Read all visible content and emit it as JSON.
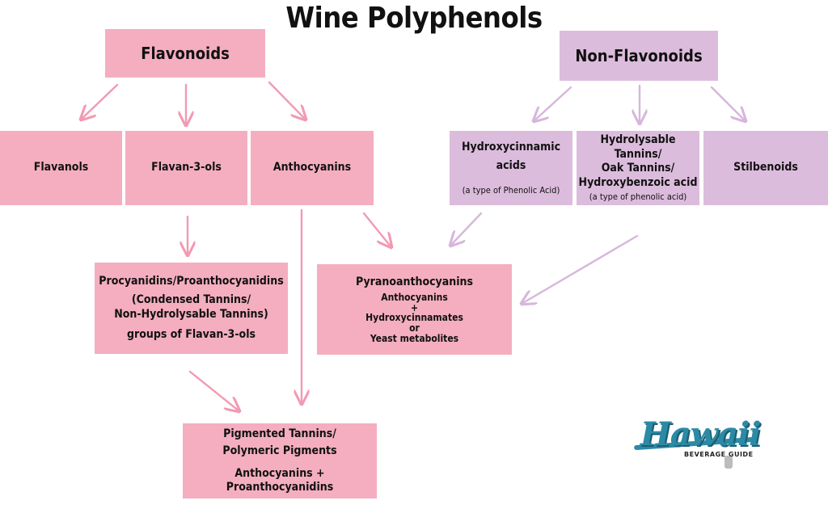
{
  "title": "Wine Polyphenols",
  "flavonoids": {
    "label": "Flavonoids"
  },
  "non_flavonoids": {
    "label": "Non-Flavonoids"
  },
  "flavanols": {
    "label": "Flavanols"
  },
  "flavan3ols": {
    "label": "Flavan-3-ols"
  },
  "anthocyanins": {
    "label": "Anthocyanins"
  },
  "hydroxycinnamic": {
    "line1": "Hydroxycinnamic",
    "line2": "acids",
    "note": "(a type of Phenolic Acid)"
  },
  "hydrolysable": {
    "line1": "Hydrolysable Tannins/",
    "line2": "Oak Tannins/",
    "line3": "Hydroxybenzoic acid",
    "note": "(a type of phenolic acid)"
  },
  "stilbenoids": {
    "label": "Stilbenoids"
  },
  "procyanidins": {
    "line1": "Procyanidins/Proanthocyanidins",
    "line2": "(Condensed Tannins/",
    "line3": "Non-Hydrolysable Tannins)",
    "line4": "groups of Flavan-3-ols"
  },
  "pyrano": {
    "title": "Pyranoanthocyanins",
    "line1": "Anthocyanins",
    "plus": "+",
    "line2": "Hydroxycinnamates",
    "or": "or",
    "line3": "Yeast metabolites"
  },
  "pigmented": {
    "line1": "Pigmented Tannins/",
    "line2": "Polymeric Pigments",
    "line3": "Anthocyanins +  Proanthocyanidins"
  },
  "logo": {
    "word": "Hawaii",
    "sub": "BEVERAGE GUIDE"
  },
  "colors": {
    "pink_box": "#f4aec0",
    "purple_box": "#dcbcdc",
    "pink_arrow": "#f29ab2",
    "purple_arrow": "#d7b6dc",
    "logo": "#2b8aa6"
  }
}
